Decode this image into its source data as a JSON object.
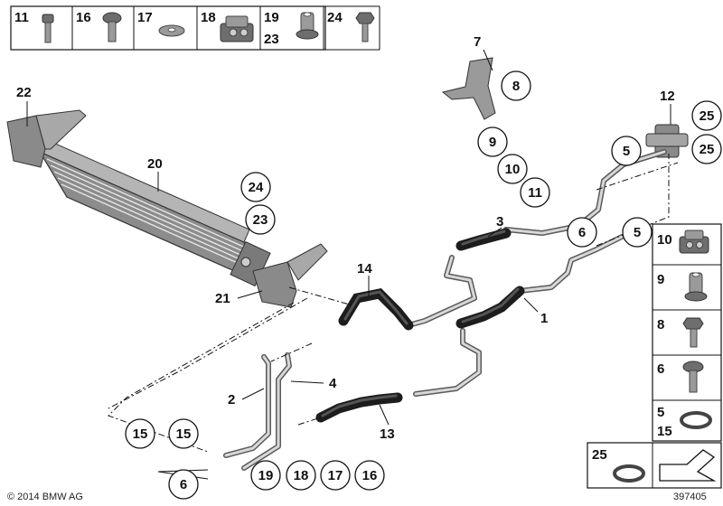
{
  "top_strip": [
    {
      "number": "11",
      "icon": "bolt-icon"
    },
    {
      "number": "16",
      "icon": "collar-screw-icon"
    },
    {
      "number": "17",
      "icon": "washer-icon"
    },
    {
      "number": "18",
      "icon": "holder-icon"
    },
    {
      "number": "19",
      "number2": "23",
      "icon": "nut-icon"
    },
    {
      "number": "24",
      "icon": "hex-bolt-icon"
    }
  ],
  "right_column": [
    {
      "number": "10",
      "icon": "holder-icon"
    },
    {
      "number": "9",
      "icon": "nut-icon"
    },
    {
      "number": "8",
      "icon": "hex-bolt-icon"
    },
    {
      "number": "6",
      "icon": "collar-screw-icon"
    },
    {
      "number": "5",
      "number2": "15",
      "icon": "o-ring-icon"
    }
  ],
  "bottom_right": {
    "number": "25",
    "icon": "o-ring-icon"
  },
  "callouts_circled": [
    "25",
    "25",
    "5",
    "5",
    "6",
    "8",
    "9",
    "10",
    "11",
    "24",
    "23",
    "15",
    "15",
    "6",
    "19",
    "18",
    "17",
    "16"
  ],
  "labels_plain": [
    "22",
    "20",
    "21",
    "14",
    "7",
    "12",
    "3",
    "1",
    "2",
    "4",
    "13"
  ],
  "copyright": "© 2014 BMW AG",
  "diagram_id": "397405"
}
